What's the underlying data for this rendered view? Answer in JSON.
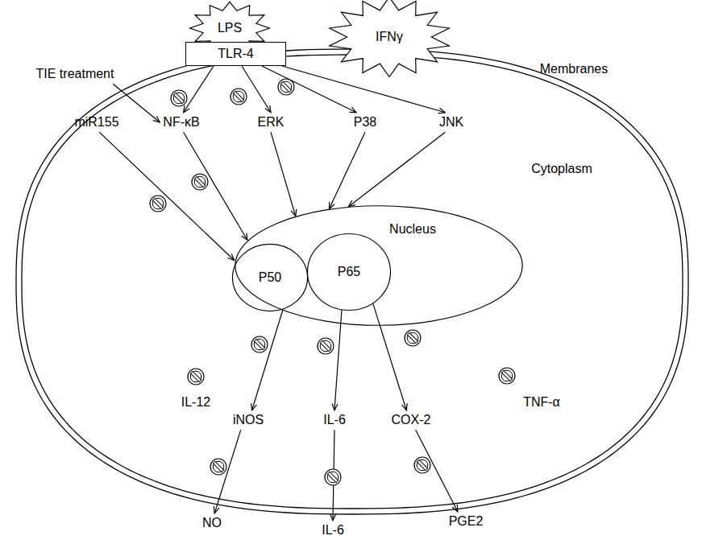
{
  "diagram": {
    "nodes": [
      {
        "text": [
          "LPS"
        ]
      },
      {
        "text": [
          "IFNγ"
        ]
      },
      {
        "text": [
          "TLR-4"
        ]
      },
      {
        "text": [
          "TIE treatment"
        ]
      },
      {
        "text": [
          "Membranes",
          "Cytoplasm"
        ]
      },
      {
        "text": [
          "miR155"
        ],
        "in": 4
      },
      {
        "text": [
          "NF-κB"
        ],
        "in": 4
      },
      {
        "text": [
          "ERK"
        ],
        "in": 4
      },
      {
        "text": [
          "P38"
        ],
        "in": 4
      },
      {
        "text": [
          "JNK"
        ],
        "in": 4
      },
      {
        "text": [
          "Nucleus"
        ],
        "in": 4
      },
      {
        "text": [
          "P50"
        ],
        "in": 10
      },
      {
        "text": [
          "P65"
        ],
        "in": 10
      },
      {
        "text": [
          "iNOS"
        ],
        "in": 4
      },
      {
        "text": [
          "IL-6"
        ],
        "in": 4
      },
      {
        "text": [
          "COX-2"
        ],
        "in": 4
      },
      {
        "text": [
          "NO"
        ]
      },
      {
        "text": [
          "IL-6"
        ]
      },
      {
        "text": [
          "PGE2"
        ]
      }
    ],
    "edges": [
      {
        "from": 2,
        "to": 6,
        "arrow": "to"
      },
      {
        "from": 2,
        "to": 7,
        "arrow": "to"
      },
      {
        "from": 2,
        "to": 8,
        "arrow": "to"
      },
      {
        "from": 2,
        "to": 9,
        "arrow": "to"
      },
      {
        "from": 3,
        "to": 6,
        "arrow": "to"
      },
      {
        "from": 5,
        "to": 10,
        "arrow": "to"
      },
      {
        "from": 6,
        "to": 10,
        "arrow": "to"
      },
      {
        "from": 7,
        "to": 10,
        "arrow": "to"
      },
      {
        "from": 8,
        "to": 10,
        "arrow": "to"
      },
      {
        "from": 9,
        "to": 10,
        "arrow": "to"
      },
      {
        "from": 11,
        "to": 13,
        "arrow": "to"
      },
      {
        "from": 12,
        "to": 14,
        "arrow": "to"
      },
      {
        "from": 12,
        "to": 15,
        "arrow": "to"
      },
      {
        "from": 13,
        "to": 16,
        "arrow": "to"
      },
      {
        "from": 14,
        "to": 17,
        "arrow": "to"
      },
      {
        "from": 15,
        "to": 18,
        "arrow": "to"
      }
    ],
    "labels": [
      "IL-12",
      "TNF-α"
    ]
  }
}
